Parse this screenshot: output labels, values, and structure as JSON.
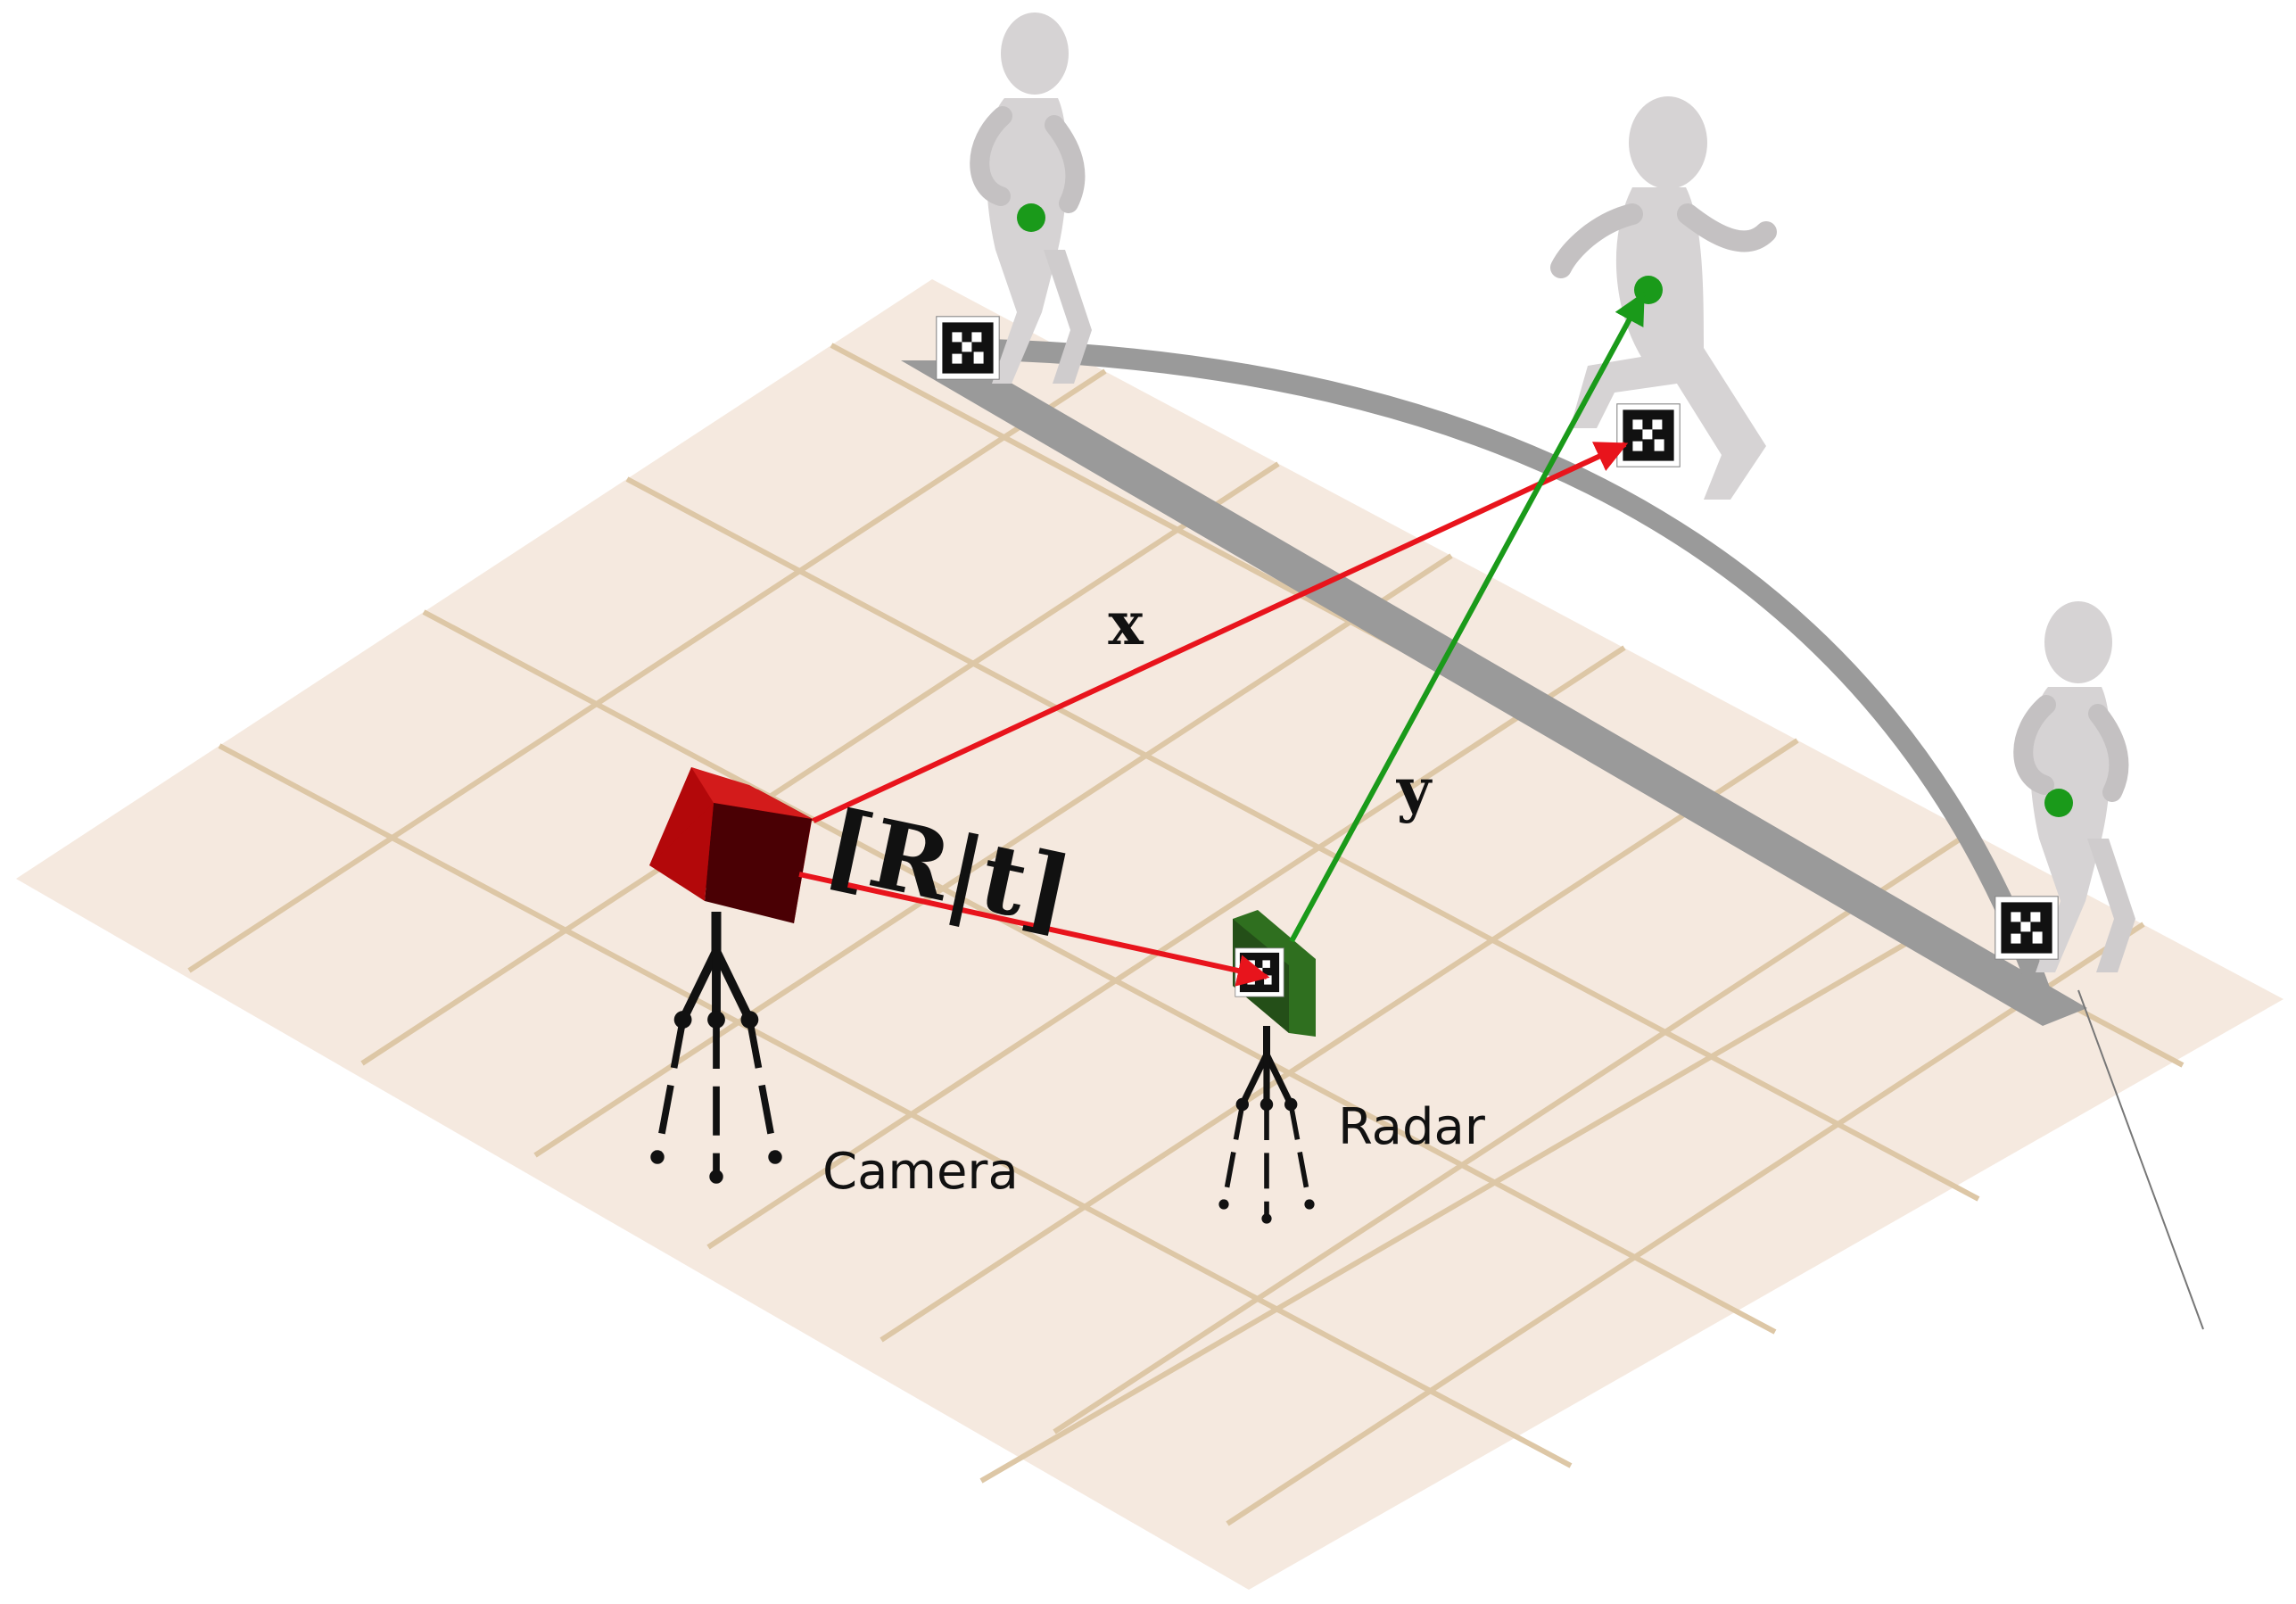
{
  "labels": {
    "x": "x",
    "y": "y",
    "transform": "[R|t]",
    "camera": "Camera",
    "radar": "Radar"
  },
  "colors": {
    "floor": "#f5e9df",
    "grid_line": "#ddc7a6",
    "track": "#9a9a9a",
    "arrow_red": "#e8141c",
    "arrow_green": "#1a9a1a",
    "camera_front": "#b3080a",
    "camera_side": "#4a0004",
    "camera_top": "#c41818",
    "radar_body": "#2f6f1f",
    "person": "#d6d3d4",
    "target_dot": "#1a9a1a",
    "marker": "#111111"
  },
  "icons": [
    "camera-icon",
    "radar-icon",
    "tripod-icon",
    "person-icon",
    "aruco-marker-icon"
  ]
}
